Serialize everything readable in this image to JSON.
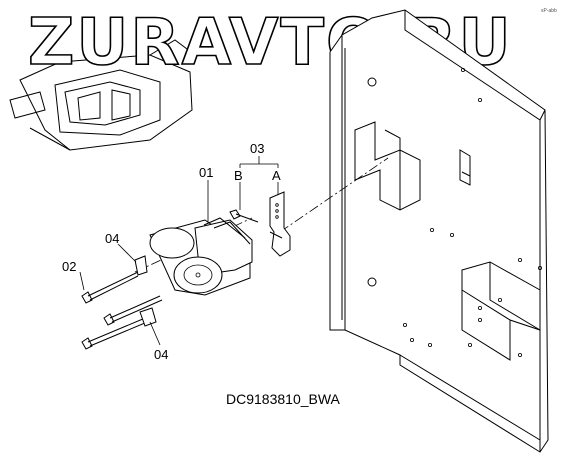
{
  "watermark": "ZURAVTO.RU",
  "corner_mark": "sP-abb",
  "diagram_code": "DC9183810_BWA",
  "callouts": {
    "c01": "01",
    "c02": "02",
    "c03": "03",
    "c04_upper": "04",
    "c04_lower": "04",
    "cA": "A",
    "cB": "B"
  }
}
